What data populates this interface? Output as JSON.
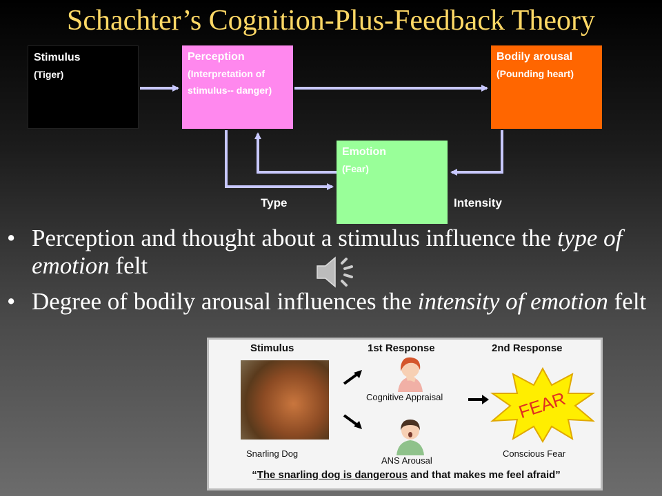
{
  "title": "Schachter’s Cognition-Plus-Feedback Theory",
  "diagram": {
    "stimulus": {
      "main": "Stimulus",
      "sub": "(Tiger)"
    },
    "perception": {
      "main": "Perception",
      "sub": "(Interpretation of stimulus-- danger)"
    },
    "arousal": {
      "main": "Bodily arousal",
      "sub": "(Pounding heart)"
    },
    "emotion": {
      "main": "Emotion",
      "sub": "(Fear)"
    },
    "type_label": "Type",
    "intensity_label": "Intensity"
  },
  "bullets": [
    {
      "pre": "Perception and thought about a stimulus influence the ",
      "em": "type of emotion",
      "post": " felt"
    },
    {
      "pre": "Degree of bodily arousal influences the ",
      "em": "intensity of emotion",
      "post": " felt"
    }
  ],
  "picture": {
    "stimulus_header": "Stimulus",
    "first_response_header": "1st Response",
    "second_response_header": "2nd Response",
    "dog_caption": "Snarling Dog",
    "appraisal_caption": "Cognitive Appraisal",
    "ans_caption": "ANS Arousal",
    "conscious_caption": "Conscious Fear",
    "fear_word": "FEAR",
    "quote_open": "“",
    "quote_underlined": "The snarling dog is dangerous",
    "quote_rest": " and that makes me feel afraid”"
  },
  "colors": {
    "title": "#ffd966",
    "perception_box": "#ff88ee",
    "arousal_box": "#ff6600",
    "emotion_box": "#99ff99",
    "arrow": "#c8c8ff"
  },
  "icons": [
    "speaker-icon",
    "arrow-icon",
    "fear-burst-icon"
  ]
}
